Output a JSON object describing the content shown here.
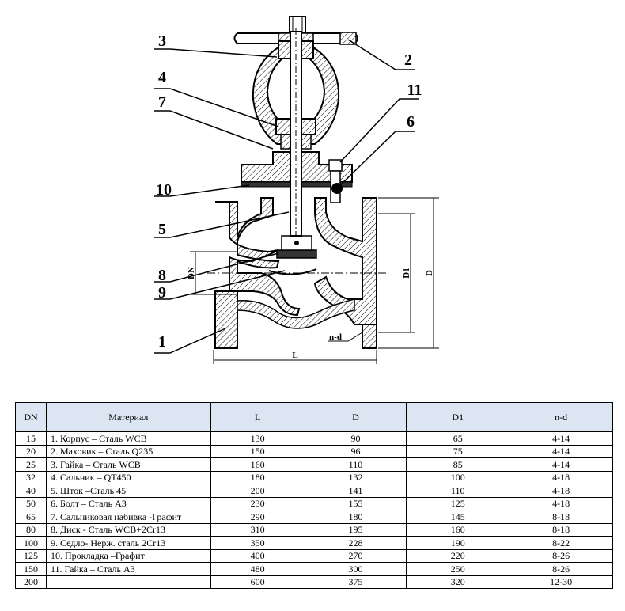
{
  "drawing": {
    "callouts": [
      "1",
      "2",
      "3",
      "4",
      "5",
      "6",
      "7",
      "8",
      "9",
      "10",
      "11"
    ],
    "dims": {
      "dn": "DN",
      "d1": "D1",
      "d": "D",
      "l": "L",
      "nd": "n-d"
    }
  },
  "table": {
    "headers": [
      "DN",
      "Материал",
      "L",
      "D",
      "D1",
      "n-d"
    ],
    "rows": [
      [
        "15",
        "1. Корпус – Сталь WCB",
        "130",
        "90",
        "65",
        "4-14"
      ],
      [
        "20",
        "2. Маховик – Сталь Q235",
        "150",
        "96",
        "75",
        "4-14"
      ],
      [
        "25",
        "3. Гайка – Сталь WCB",
        "160",
        "110",
        "85",
        "4-14"
      ],
      [
        "32",
        "4. Сальник – QT450",
        "180",
        "132",
        "100",
        "4-18"
      ],
      [
        "40",
        "5. Шток –Сталь 45",
        "200",
        "141",
        "110",
        "4-18"
      ],
      [
        "50",
        "6. Болт – Сталь А3",
        "230",
        "155",
        "125",
        "4-18"
      ],
      [
        "65",
        "7. Сальниковая набивка -Графит",
        "290",
        "180",
        "145",
        "8-18"
      ],
      [
        "80",
        "8. Диск - Сталь WCB+2Cr13",
        "310",
        "195",
        "160",
        "8-18"
      ],
      [
        "100",
        "9. Седло- Нерж. сталь 2Cr13",
        "350",
        "228",
        "190",
        "8-22"
      ],
      [
        "125",
        "10. Прокладка –Графит",
        "400",
        "270",
        "220",
        "8-26"
      ],
      [
        "150",
        "11. Гайка – Сталь А3",
        "480",
        "300",
        "250",
        "8-26"
      ],
      [
        "200",
        "",
        "600",
        "375",
        "320",
        "12-30"
      ]
    ]
  }
}
